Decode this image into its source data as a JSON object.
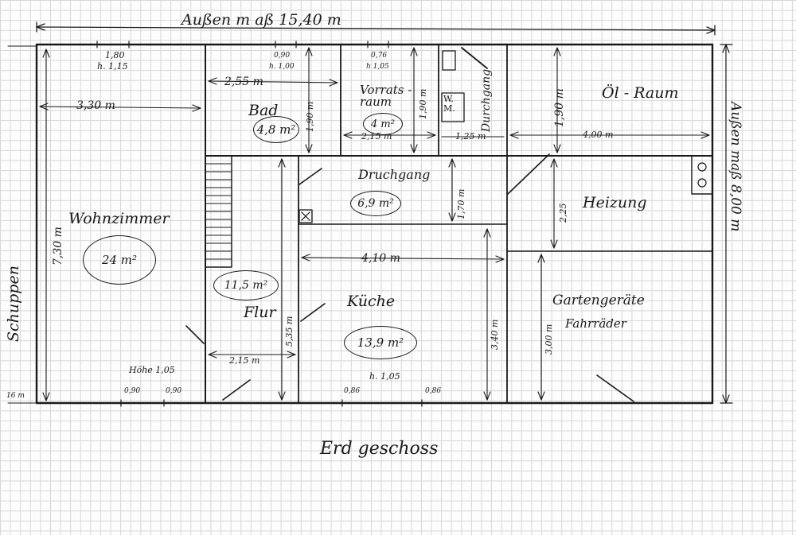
{
  "title": "Erd geschoss",
  "outer_width": "Außen m aß   15,40 m",
  "outer_depth": "Außen maß  8,00 m",
  "side_label": "Schuppen",
  "rooms": {
    "wohnzimmer": {
      "name": "Wohnzimmer",
      "area": "24 m²"
    },
    "bad": {
      "name": "Bad",
      "area": "4,8 m²"
    },
    "vorratsraum": {
      "name": "Vorrats - raum",
      "area": "4 m²"
    },
    "durchgang_top": {
      "name": "Durchgang"
    },
    "oelraum": {
      "name": "Öl - Raum"
    },
    "durchgang_mid": {
      "name": "Druchgang",
      "area": "6,9 m²"
    },
    "heizung": {
      "name": "Heizung"
    },
    "flur": {
      "name": "Flur",
      "area": "11,5 m²"
    },
    "kueche": {
      "name": "Küche",
      "area": "13,9 m²"
    },
    "garten": {
      "name": "Gartengeräte",
      "sub": "Fahrräder"
    },
    "wm": {
      "line1": "W.",
      "line2": "M."
    }
  },
  "dimensions": {
    "wohn_width": "3,30 m",
    "wohn_depth": "7,30 m",
    "bad_width": "2,55 m",
    "bad_depth": "1,90 m",
    "vorrat_width": "2,15 m",
    "vorrat_depth": "1,90 m",
    "durchgang_width": "1,25 m",
    "oel_width": "4,00 m",
    "oel_depth": "1,90 m",
    "druch_depth": "1,70 m",
    "heiz_depth": "2,25",
    "kueche_width": "4,10 m",
    "kueche_depth": "3,40 m",
    "flur_width": "2,15 m",
    "flur_depth": "5,35 m",
    "garten_depth": "3,00 m",
    "wall_left": "16 m"
  },
  "windows": {
    "w1": {
      "w": "1,80",
      "h": "h. 1,15"
    },
    "w2": {
      "w": "0,90",
      "h": "h. 1,00"
    },
    "w3": {
      "w": "0,76",
      "h": "h 1,05"
    },
    "hoehe": "Höhe 1,05",
    "b1": "0,90",
    "b2": "0,90",
    "k_h": "h. 1,05",
    "k1": "0,86",
    "k2": "0,86"
  }
}
